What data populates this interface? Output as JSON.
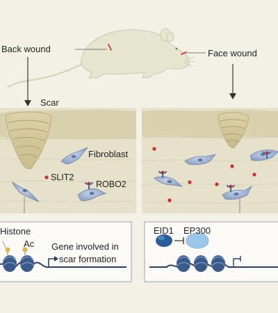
{
  "labels": {
    "back_wound": "Back wound",
    "face_wound": "Face wound",
    "scar": "Scar",
    "fibroblast": "Fibroblast",
    "slit2": "SLIT2",
    "robo2": "ROBO2",
    "histone": "Histone",
    "ac": "Ac",
    "gene_line1": "Gene involved in",
    "gene_line2": "scar formation",
    "eid1": "EID1",
    "ep300": "EP300"
  },
  "icons": [
    "mouse-illustration",
    "skin-tissue",
    "scar-icon",
    "fibroblast-cell-icon",
    "slit2-ligand-icon",
    "robo2-receptor-icon",
    "histone-icon",
    "acetyl-mark-icon",
    "dna-strand-icon",
    "eid1-protein-icon",
    "ep300-protein-icon",
    "inhibition-arrow-icon",
    "transcription-start-icon"
  ],
  "colors": {
    "background": "#f3f1e6",
    "mouse": "#e6e5d0",
    "tissue_dermis": "#e4e0c8",
    "tissue_epidermis": "#d8d0ac",
    "scar": "#d6caa0",
    "fibroblast": "#9fb1cf",
    "slit2": "#c8322a",
    "robo2": "#2e6db0",
    "histone": "#3a5a8c",
    "acetyl": "#e0b24a",
    "eid1": "#2a5e98",
    "ep300": "#9cc6ea",
    "dna": "#2a3f63"
  }
}
